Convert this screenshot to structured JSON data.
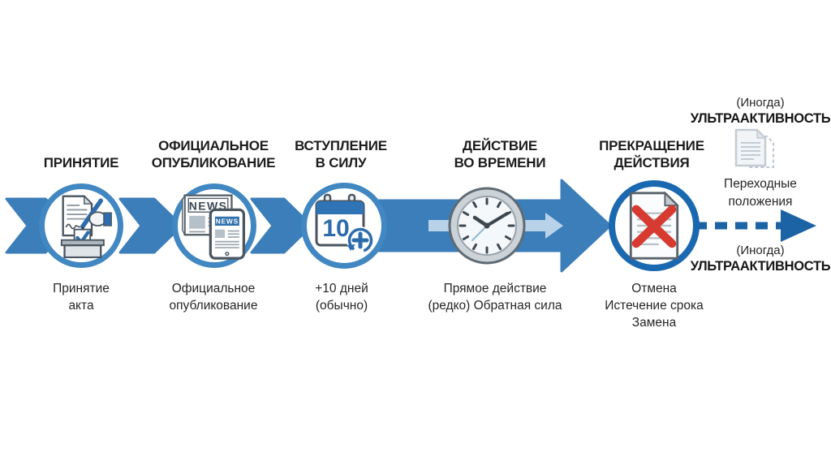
{
  "figure_name": "Lifecycle of a legal act (Russian law diagram)",
  "colors": {
    "band_blue": "#3b7eb9",
    "ring_blue": "#4187c1",
    "ring_dark_blue": "#1a68b0",
    "light_arrow_blue": "#b8d2e9",
    "dashed_arrow_blue": "#1c63a5",
    "icon_blue": "#2e6dad",
    "red_x": "#d63a30",
    "title_text": "#1c1c1c",
    "caption_text": "#262626"
  },
  "stages": [
    {
      "title": "ПРИНЯТИЕ",
      "caption": "Принятие\nакта",
      "icon": "signing-document-ballot-icon"
    },
    {
      "title": "ОФИЦИАЛЬНОЕ\nОПУБЛИКОВАНИЕ",
      "caption": "Официальное\nопубликование",
      "icon": "newspaper-tablet-icon"
    },
    {
      "title": "ВСТУПЛЕНИЕ\nВ СИЛУ",
      "caption": "+10 дней\n(обычно)",
      "icon": "calendar-plus-ten-icon"
    },
    {
      "title": "ДЕЙСТВИЕ\nВО ВРЕМЕНИ",
      "caption": "Прямое действие\n(редко) Обратная сила",
      "icon": "clock-icon"
    },
    {
      "title": "ПРЕКРАЩЕНИЕ\nДЕЙСТВИЯ",
      "caption": "Отмена\nИстечение срока\nЗамена",
      "icon": "cancelled-document-icon"
    }
  ],
  "icon_texts": {
    "news_paper": "NEWS",
    "news_tablet": "NEWS",
    "calendar_day": "10"
  },
  "annotations": {
    "top": {
      "prefix": "(Иногда)",
      "label": "УЛЬТРААКТИВНОСТЬ"
    },
    "transitional": "Переходные\nположения",
    "bottom": {
      "prefix": "(Иногда)",
      "label": "УЛЬТРААКТИВНОСТЬ"
    }
  }
}
